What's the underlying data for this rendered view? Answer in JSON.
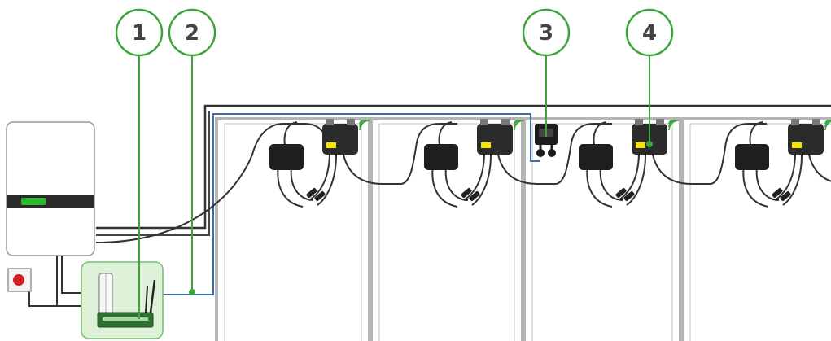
{
  "callouts": [
    {
      "label": "1",
      "target": "gateway-device"
    },
    {
      "label": "2",
      "target": "communication-cable"
    },
    {
      "label": "3",
      "target": "panel-connector"
    },
    {
      "label": "4",
      "target": "module-optimizer"
    }
  ],
  "panel_count": 4,
  "colors": {
    "callout_green": "#3aa63a",
    "gateway_bg": "#dff0d8",
    "cable_dark": "#333333",
    "cable_blue": "#3a6ea5",
    "status_led": "#2db82d",
    "stop_button": "#d42020",
    "label_yellow": "#f2e600"
  },
  "icons": [
    "wireless-signal-icon",
    "emergency-stop-icon"
  ]
}
